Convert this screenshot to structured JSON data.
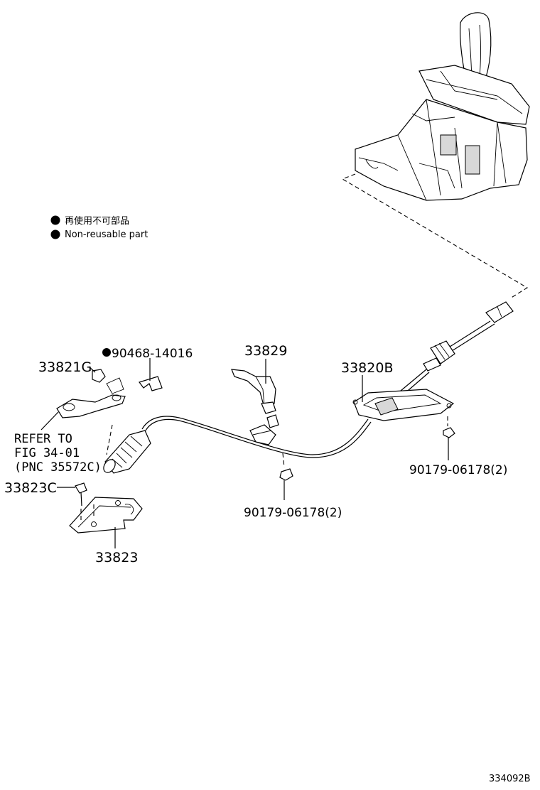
{
  "legend": {
    "items": [
      {
        "label": "再使用不可部品",
        "icon": "filled-circle"
      },
      {
        "label": "Non-reusable part",
        "icon": "filled-circle"
      }
    ]
  },
  "parts": {
    "p33821G": "33821G",
    "p90468": "90468-14016",
    "p33829": "33829",
    "p33820B": "33820B",
    "p90179_right": "90179-06178(2)",
    "p90179_center": "90179-06178(2)",
    "p33823C": "33823C",
    "p33823": "33823"
  },
  "reference": {
    "line1": "REFER TO",
    "line2": "FIG 34-01",
    "line3": "(PNC 35572C)"
  },
  "figure_id": "334092B",
  "colors": {
    "ink": "#000000",
    "background": "#ffffff"
  }
}
